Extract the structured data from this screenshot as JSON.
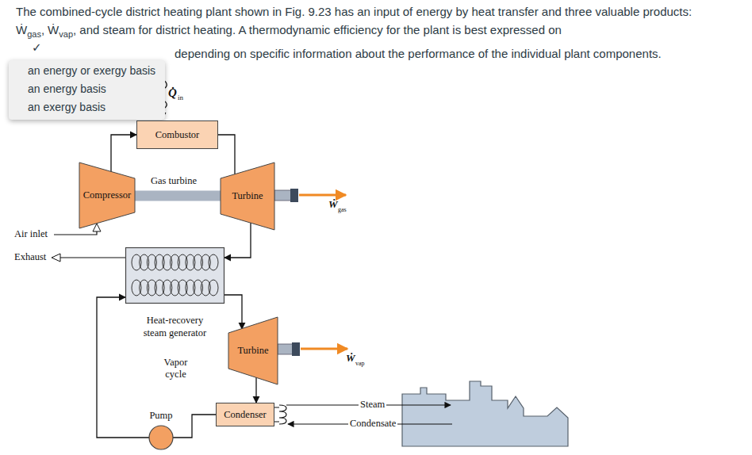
{
  "diagram": {
    "nodes": [
      {
        "text": [
          "an energy or exergy basis",
          "an energy basis",
          "an exergy basis"
        ]
      },
      {
        "text": [
          "Combustor"
        ]
      },
      {
        "text": [
          "Compressor"
        ]
      },
      {
        "text": [
          "Turbine"
        ]
      },
      {
        "text": [
          "Heat-recovery steam generator"
        ]
      },
      {
        "text": [
          "Turbine"
        ]
      },
      {
        "text": [
          "Condenser"
        ]
      },
      {
        "text": [
          "Pump"
        ]
      }
    ],
    "edges": [
      {
        "from": 2,
        "to": 1,
        "arrow": "to"
      },
      {
        "from": 1,
        "to": 3,
        "arrow": "none"
      },
      {
        "from": 2,
        "to": 3,
        "arrow": "none"
      },
      {
        "from": 3,
        "to": 4,
        "arrow": "to"
      },
      {
        "from": 4,
        "to": 5,
        "arrow": "to"
      },
      {
        "from": 5,
        "to": 6,
        "arrow": "to"
      },
      {
        "from": 6,
        "to": 7,
        "arrow": "none"
      },
      {
        "from": 7,
        "to": 4,
        "arrow": "to"
      }
    ],
    "labels": [
      "The combined-cycle district heating plant shown in Fig. 9.23 has an input of energy by heat transfer and three valuable products:",
      "Ẇ",
      "gas",
      ",",
      "Ẇ",
      "vap",
      ", and steam for district heating. A thermodynamic efficiency for the plant is best expressed on",
      "✓",
      "depending on specific information about the performance of the individual plant components.",
      "Q̇",
      "in",
      "Gas turbine",
      "Ẇ",
      "gas",
      "Air inlet",
      "Exhaust",
      "Vapor cycle",
      "Ẇ",
      "vap",
      "Steam",
      "Condensate"
    ]
  }
}
